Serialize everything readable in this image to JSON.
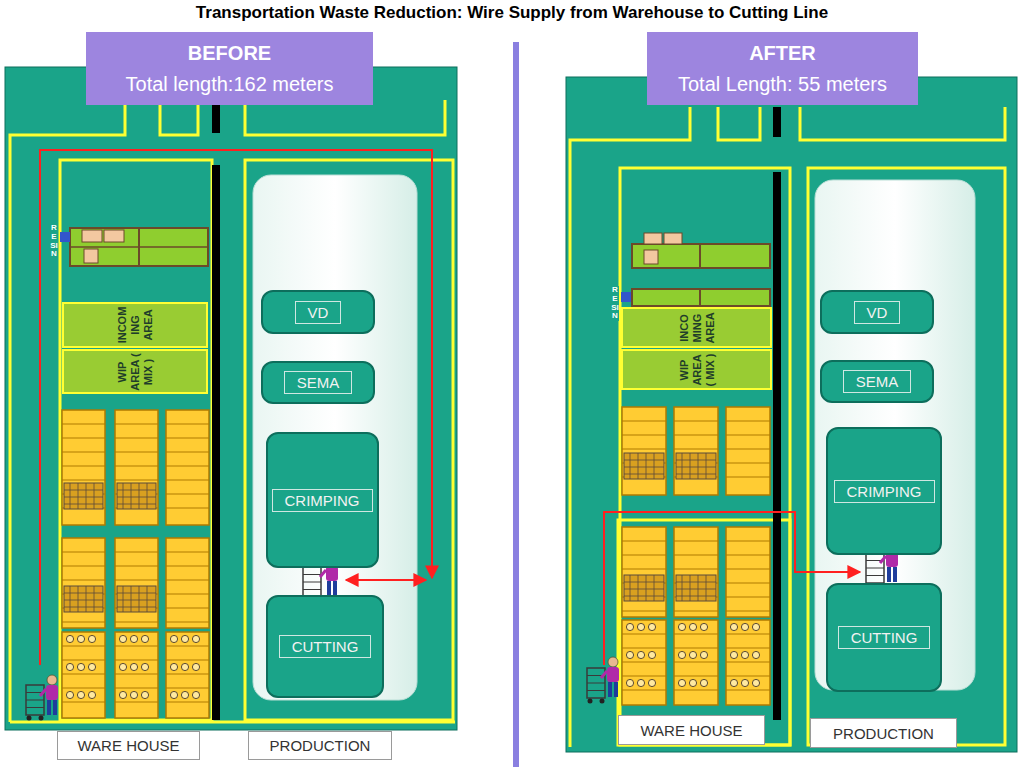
{
  "diagram": {
    "title": "Transportation Waste Reduction: Wire Supply from Warehouse to Cutting Line",
    "nodes": [
      {
        "text": [
          "BEFORE",
          "Total length:162 meters"
        ]
      },
      {
        "text": [
          "INCOM ING AREA"
        ]
      },
      {
        "text": [
          "WIP AREA ( MIX )"
        ]
      },
      {
        "text": [
          "VD"
        ]
      },
      {
        "text": [
          "SEMA"
        ]
      },
      {
        "text": [
          "CRIMPING"
        ]
      },
      {
        "text": [
          "CUTTING"
        ]
      },
      {
        "text": [
          "WARE HOUSE"
        ]
      },
      {
        "text": [
          "PRODUCTION"
        ]
      },
      {
        "text": [
          "AFTER",
          "Total Length: 55 meters"
        ]
      },
      {
        "text": [
          "INCO MING AREA"
        ]
      },
      {
        "text": [
          "WIP AREA ( MIX )"
        ]
      },
      {
        "text": [
          "VD"
        ]
      },
      {
        "text": [
          "SEMA"
        ]
      },
      {
        "text": [
          "CRIMPING"
        ]
      },
      {
        "text": [
          "CUTTING"
        ]
      },
      {
        "text": [
          "WARE HOUSE"
        ]
      },
      {
        "text": [
          "PRODUCTION"
        ]
      }
    ],
    "labels": [
      "RESIN",
      "RESIN"
    ]
  }
}
